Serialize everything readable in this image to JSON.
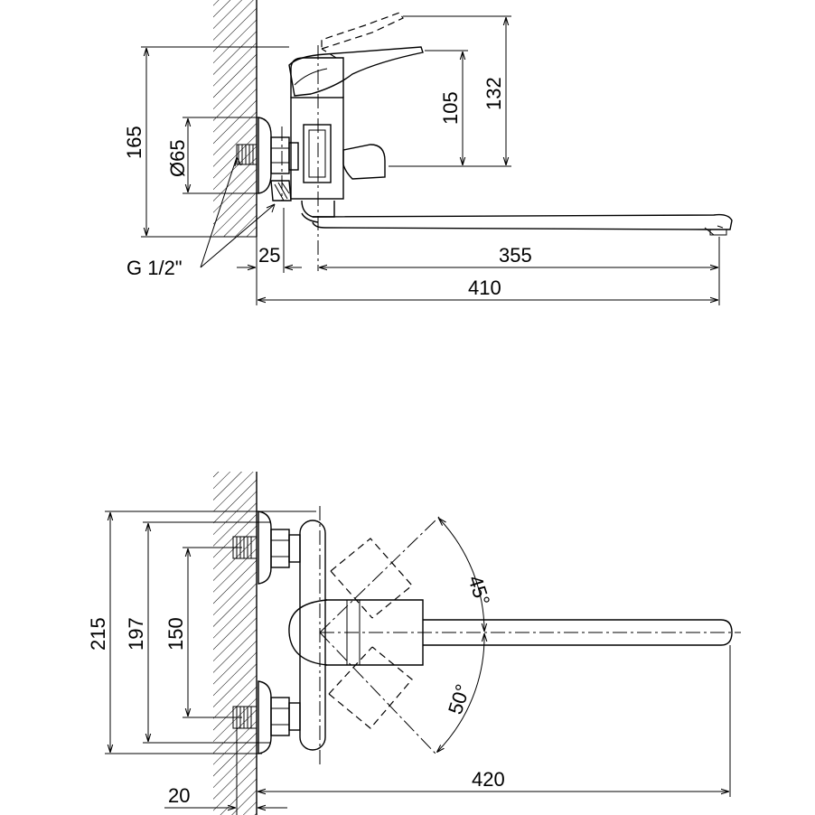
{
  "side_view": {
    "dims": {
      "total_height": "165",
      "diameter": "Ø65",
      "handle_height": "105",
      "lever_height": "132",
      "connection_offset": "25",
      "spout_length": "355",
      "total_length": "410",
      "thread_label": "G 1/2\""
    }
  },
  "top_view": {
    "dims": {
      "outer_width": "215",
      "flange_span": "197",
      "center_distance": "150",
      "swivel_left": "45°",
      "swivel_right": "50°",
      "reach": "420",
      "wall_offset": "20"
    }
  }
}
